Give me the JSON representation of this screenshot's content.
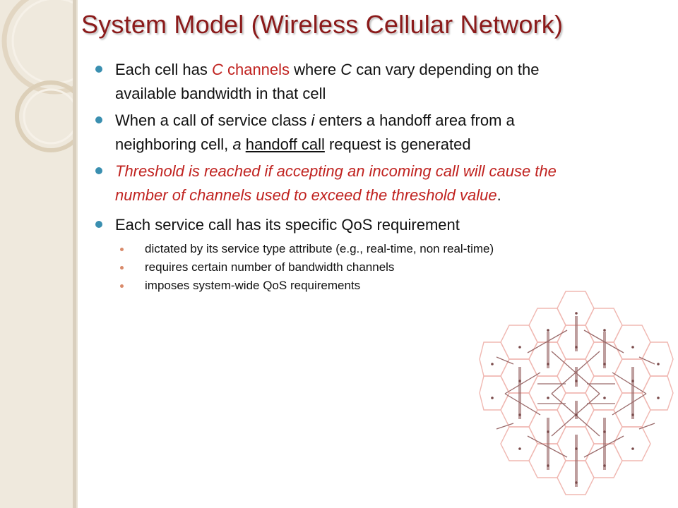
{
  "slide": {
    "title": "System Model (Wireless Cellular Network)",
    "bullets": {
      "b1": {
        "t1": "Each cell has ",
        "t2": "C",
        "t3": " channels",
        "t4": " where ",
        "t5": "C",
        "t6": " can vary depending on the available bandwidth in that cell"
      },
      "b2": {
        "t1": "When a call of service class ",
        "t2": "i",
        "t3": " enters a handoff area from a neighboring cell, ",
        "t4": "a",
        "t5": " ",
        "t6": "handoff call",
        "t7": " request is generated"
      },
      "b3": {
        "t1": "Threshold is reached if accepting an incoming call will cause the number of channels used to exceed the threshold value",
        "t2": "."
      },
      "b4": {
        "t1": "Each service call has its specific QoS requirement"
      }
    },
    "sub_bullets": [
      "dictated by its service type attribute (e.g., real-time, non real-time)",
      "requires certain number of bandwidth channels",
      "imposes system-wide QoS requirements"
    ],
    "colors": {
      "title": "#8b1a1a",
      "emphasis": "#c0221f",
      "bullet": "#3a8fb0",
      "sub_bullet": "#d98a6a",
      "hex_outline": "#f0b8b2"
    }
  }
}
